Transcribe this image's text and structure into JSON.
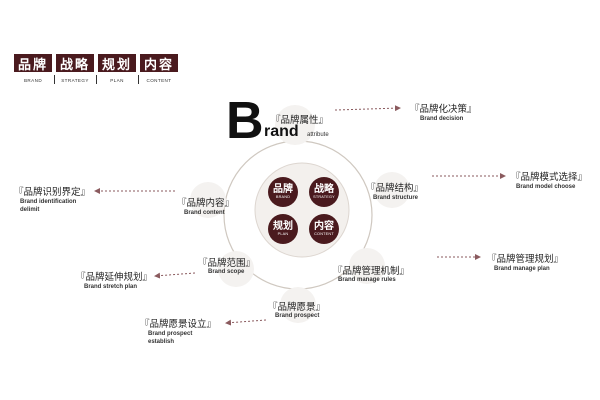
{
  "header": {
    "tabs": [
      {
        "zh": "品牌",
        "en": "BRAND"
      },
      {
        "zh": "战略",
        "en": "STRATEGY"
      },
      {
        "zh": "规划",
        "en": "PLAN"
      },
      {
        "zh": "内容",
        "en": "CONTENT"
      }
    ]
  },
  "logo": {
    "letter": "B",
    "rest": "rand",
    "suffix": "attribute"
  },
  "core": [
    {
      "zh": "品牌",
      "en": "BRAND"
    },
    {
      "zh": "战略",
      "en": "STRATEGY"
    },
    {
      "zh": "规划",
      "en": "PLAN"
    },
    {
      "zh": "内容",
      "en": "CONTENT"
    }
  ],
  "nodes": {
    "attribute": {
      "zh": "『品牌属性』"
    },
    "structure": {
      "zh": "『品牌结构』",
      "en": "Brand structure"
    },
    "content": {
      "zh": "『品牌内容』",
      "en": "Brand content"
    },
    "scope": {
      "zh": "『品牌范围』",
      "en": "Brand scope"
    },
    "manage": {
      "zh": "『品牌管理机制』",
      "en": "Brand manage rules"
    },
    "prospect": {
      "zh": "『品牌愿景』",
      "en": "Brand prospect"
    }
  },
  "outer": {
    "decision": {
      "zh": "『品牌化决策』",
      "en": "Brand decision"
    },
    "model": {
      "zh": "『品牌模式选择』",
      "en": "Brand model choose"
    },
    "identification": {
      "zh": "『品牌识别界定』",
      "en1": "Brand identification",
      "en2": "delimit"
    },
    "manage_plan": {
      "zh": "『品牌管理规划』",
      "en": "Brand manage plan"
    },
    "stretch": {
      "zh": "『品牌延伸规划』",
      "en": "Brand stretch plan"
    },
    "prospect_set": {
      "zh": "『品牌愿景设立』",
      "en1": "Brand prospect",
      "en2": "establish"
    }
  },
  "colors": {
    "brand": "#4a1a1e",
    "connector": "#8a5a5e"
  }
}
